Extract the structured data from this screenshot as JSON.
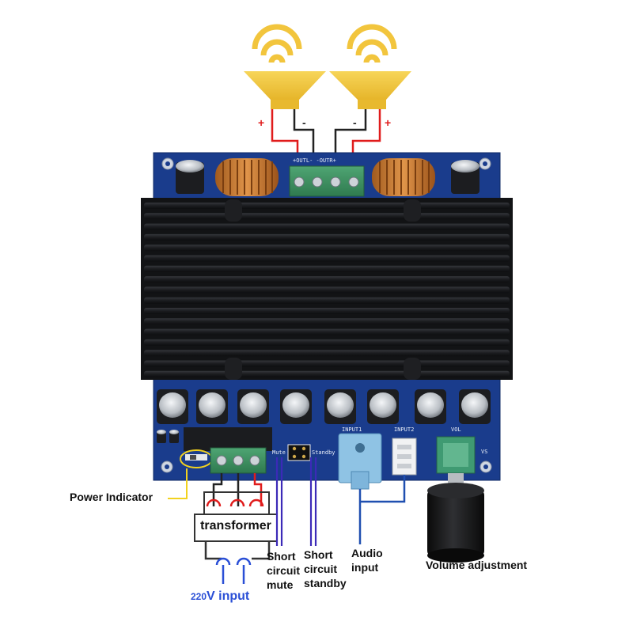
{
  "board": {
    "terminal_label": "+OUTL-   -OUTR+",
    "mute_label": "Mute",
    "standby_label": "Standby",
    "input1_label": "INPUT1",
    "input2_label": "INPUT2",
    "vol_label": "VOL",
    "vs_label": "VS"
  },
  "speakers": {
    "left": {
      "plus": "+",
      "minus": "-"
    },
    "right": {
      "plus": "+",
      "minus": "-"
    }
  },
  "callouts": {
    "power_indicator": "Power Indicator",
    "transformer": "transformer",
    "voltage_number": "220",
    "voltage_rest": "V input",
    "short_mute": [
      "Short",
      "circuit",
      "mute"
    ],
    "short_standby": [
      "Short",
      "circuit",
      "standby"
    ],
    "audio_input": [
      "Audio",
      "input"
    ],
    "volume_adjustment": "Volume adjustment"
  },
  "colors": {
    "pcb": "#1a3c8c",
    "heatsink": "#17181b",
    "speaker": "#f2c53d",
    "wire_red": "#e01c1c",
    "wire_black": "#222222",
    "wire_purple": "#3c2ab8",
    "wire_yellow": "#f2d21f",
    "input_blue": "#1f4fb0",
    "accent_blue": "#2a4fd6"
  }
}
